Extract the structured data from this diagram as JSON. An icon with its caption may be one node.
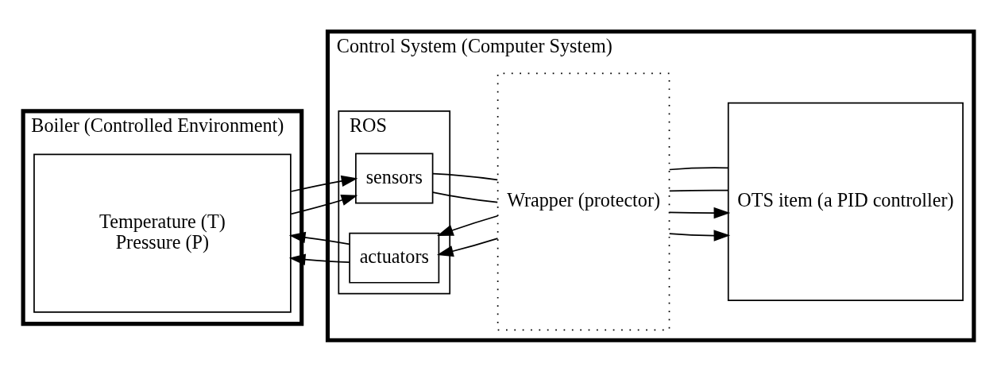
{
  "diagram": {
    "nodes": [
      {
        "text": [
          "Boiler (Controlled Environment)"
        ]
      },
      {
        "text": [
          "Temperature (T)",
          "Pressure (P)"
        ],
        "in": 0
      },
      {
        "text": [
          "Control System (Computer System)"
        ]
      },
      {
        "text": [
          "ROS"
        ],
        "in": 2
      },
      {
        "text": [
          "sensors"
        ],
        "in": 3
      },
      {
        "text": [
          "actuators"
        ],
        "in": 3
      },
      {
        "text": [
          "Wrapper (protector)"
        ],
        "in": 2
      },
      {
        "text": [
          "OTS item (a PID controller)"
        ],
        "in": 2
      }
    ],
    "edges": [
      {
        "from": 1,
        "to": 4,
        "arrow": "to"
      },
      {
        "from": 1,
        "to": 4,
        "arrow": "to"
      },
      {
        "from": 4,
        "to": 6,
        "arrow": "none"
      },
      {
        "from": 4,
        "to": 6,
        "arrow": "none"
      },
      {
        "from": 6,
        "to": 7,
        "arrow": "to"
      },
      {
        "from": 6,
        "to": 7,
        "arrow": "to"
      },
      {
        "from": 7,
        "to": 6,
        "arrow": "none"
      },
      {
        "from": 7,
        "to": 6,
        "arrow": "none"
      },
      {
        "from": 6,
        "to": 5,
        "arrow": "to"
      },
      {
        "from": 6,
        "to": 5,
        "arrow": "to"
      },
      {
        "from": 5,
        "to": 1,
        "arrow": "to"
      },
      {
        "from": 5,
        "to": 1,
        "arrow": "to"
      }
    ]
  }
}
